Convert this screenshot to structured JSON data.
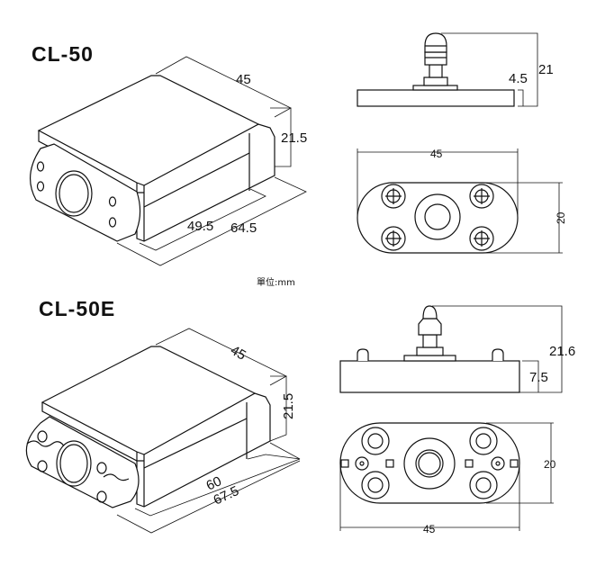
{
  "unit_label": "單位:mm",
  "cl50": {
    "title": "CL-50",
    "iso": {
      "width": "45",
      "height": "21.5",
      "body_length": "49.5",
      "total_length": "64.5"
    },
    "side": {
      "total_height": "21",
      "base_height": "4.5"
    },
    "top": {
      "width": "45",
      "depth": "20"
    }
  },
  "cl50e": {
    "title": "CL-50E",
    "iso": {
      "width": "45",
      "height": "21.5",
      "body_length": "60",
      "total_length": "67.5"
    },
    "side": {
      "total_height": "21.6",
      "base_height": "7.5"
    },
    "top": {
      "width": "45",
      "depth": "20"
    }
  }
}
